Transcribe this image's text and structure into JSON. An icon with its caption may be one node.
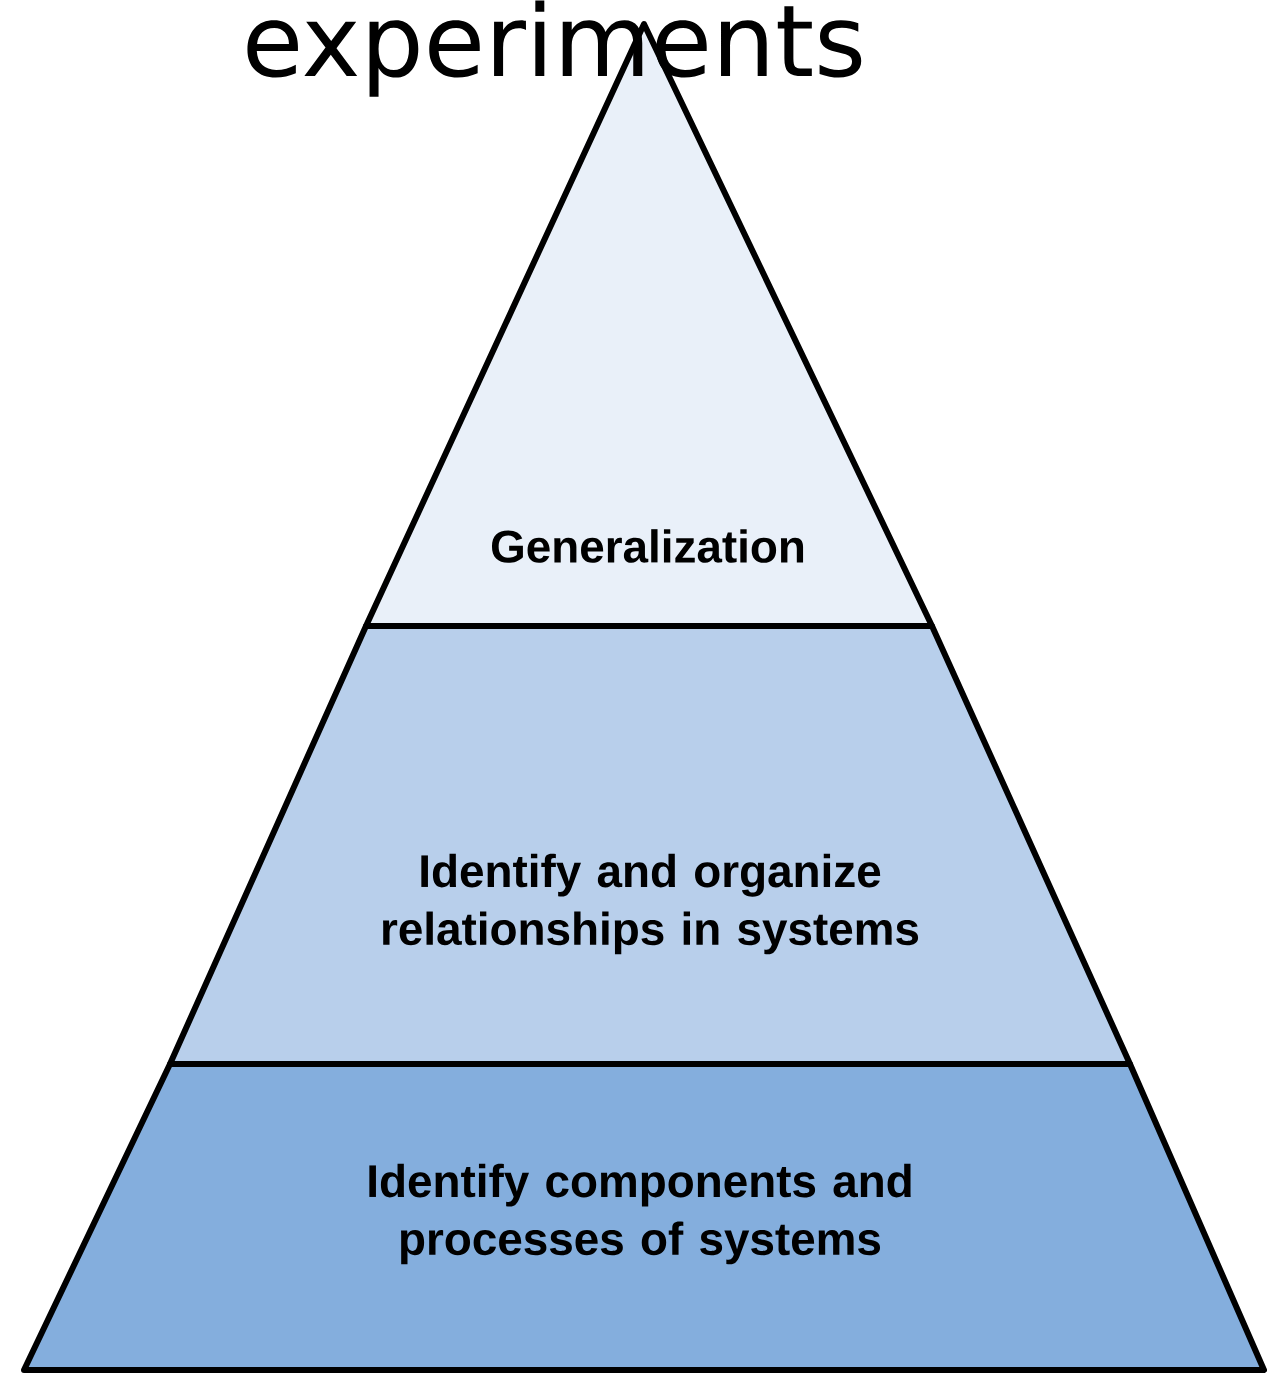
{
  "diagram": {
    "nodes": [
      {
        "text": [
          "Generalization"
        ]
      },
      {
        "text": [
          "Identify and organize relationships in systems"
        ]
      },
      {
        "text": [
          "Identify components and processes of systems"
        ]
      }
    ],
    "labels": [
      "experiments"
    ]
  }
}
